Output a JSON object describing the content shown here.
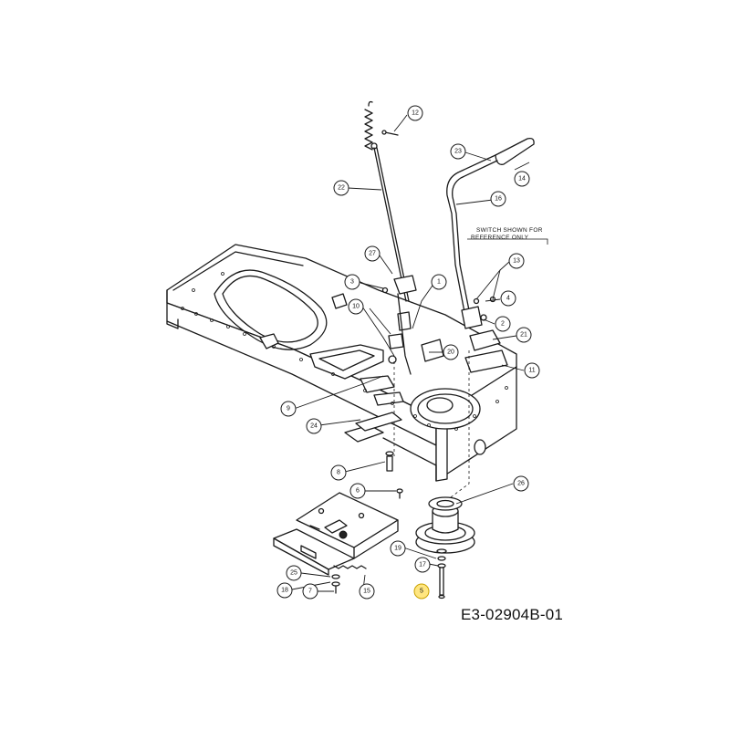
{
  "callouts": [
    {
      "id": "c12",
      "label": "12"
    },
    {
      "id": "c22",
      "label": "22"
    },
    {
      "id": "c23",
      "label": "23"
    },
    {
      "id": "c14",
      "label": "14"
    },
    {
      "id": "c16",
      "label": "16"
    },
    {
      "id": "c27",
      "label": "27"
    },
    {
      "id": "c13",
      "label": "13"
    },
    {
      "id": "c3",
      "label": "3"
    },
    {
      "id": "c1",
      "label": "1"
    },
    {
      "id": "c4",
      "label": "4"
    },
    {
      "id": "c10",
      "label": "10"
    },
    {
      "id": "c2",
      "label": "2"
    },
    {
      "id": "c21",
      "label": "21"
    },
    {
      "id": "c20",
      "label": "20"
    },
    {
      "id": "c11",
      "label": "11"
    },
    {
      "id": "c9",
      "label": "9"
    },
    {
      "id": "c24",
      "label": "24"
    },
    {
      "id": "c8",
      "label": "8"
    },
    {
      "id": "c6",
      "label": "6"
    },
    {
      "id": "c26",
      "label": "26"
    },
    {
      "id": "c19",
      "label": "19"
    },
    {
      "id": "c17",
      "label": "17"
    },
    {
      "id": "c5",
      "label": "5"
    },
    {
      "id": "c25",
      "label": "25"
    },
    {
      "id": "c18",
      "label": "18"
    },
    {
      "id": "c7",
      "label": "7"
    },
    {
      "id": "c15",
      "label": "15"
    }
  ],
  "note": {
    "line1": "SWITCH SHOWN FOR",
    "line2": "REFERENCE ONLY"
  },
  "reference_code": "E3-02904B-01",
  "highlight_color": "#ffe680"
}
